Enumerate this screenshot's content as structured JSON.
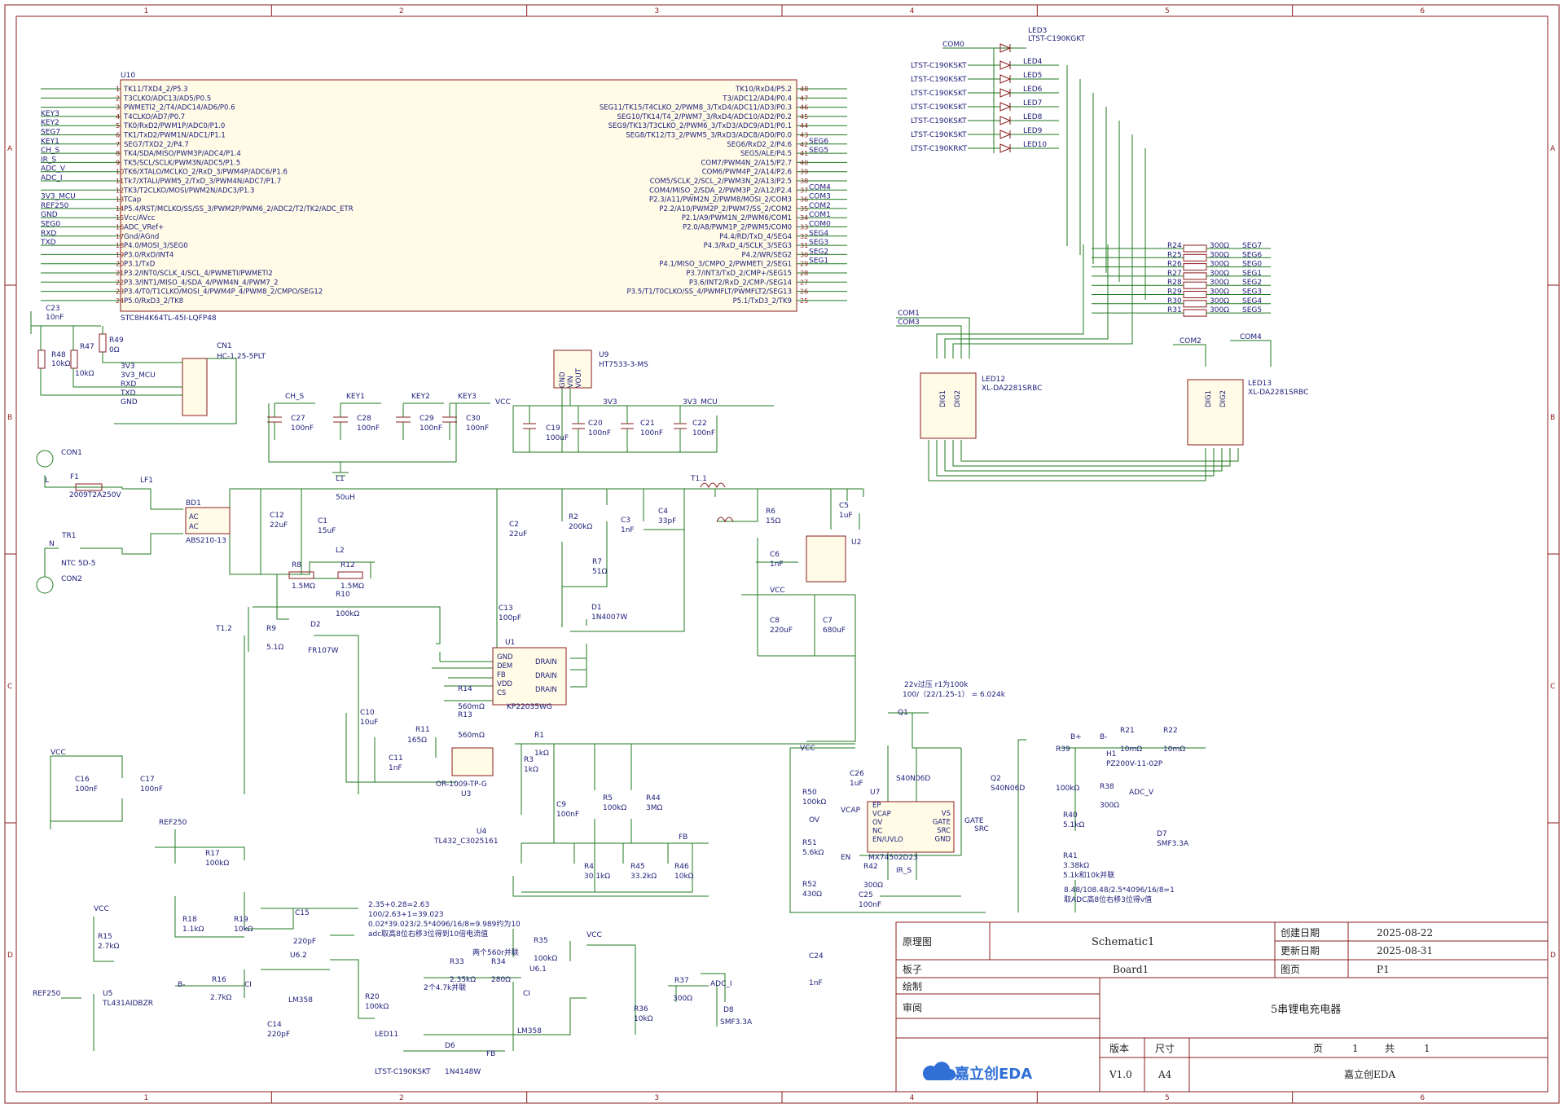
{
  "app": {
    "logo_text": "嘉立创EDA"
  },
  "grid": {
    "cols": [
      "1",
      "2",
      "3",
      "4",
      "5",
      "6"
    ],
    "rows": [
      "A",
      "B",
      "C",
      "D"
    ]
  },
  "title_block": {
    "label_schematic_cn": "原理图",
    "schematic_name": "Schematic1",
    "created_label": "创建日期",
    "created_date": "2025-08-22",
    "updated_label": "更新日期",
    "updated_date": "2025-08-31",
    "board_label": "板子",
    "board_name": "Board1",
    "page_label": "图页",
    "page_name": "P1",
    "drawn_label": "绘制",
    "review_label": "审阅",
    "project_title": "5串锂电充电器",
    "version_label": "版本",
    "version": "V1.0",
    "size_label": "尺寸",
    "size": "A4",
    "page_word": "页",
    "page_num": "1",
    "total_word": "共",
    "total_num": "1",
    "company": "嘉立创EDA"
  },
  "u10": {
    "ref": "U10",
    "part": "STC8H4K64TL-45I-LQFP48",
    "left_pins": [
      {
        "n": "1",
        "name": "TK11/TXD4_2/P5.3",
        "net": ""
      },
      {
        "n": "2",
        "name": "T3CLKO/ADC13/AD5/P0.5",
        "net": ""
      },
      {
        "n": "3",
        "name": "PWMETI2_2/T4/ADC14/AD6/P0.6",
        "net": ""
      },
      {
        "n": "4",
        "name": "T4CLKO/AD7/P0.7",
        "net": "KEY3"
      },
      {
        "n": "5",
        "name": "TK0/RxD2/PWM1P/ADC0/P1.0",
        "net": "KEY2"
      },
      {
        "n": "6",
        "name": "TK1/TxD2/PWM1N/ADC1/P1.1",
        "net": "SEG7"
      },
      {
        "n": "7",
        "name": "SEG7/TXD2_2/P4.7",
        "net": "KEY1"
      },
      {
        "n": "8",
        "name": "TK4/SDA/MISO/PWM3P/ADC4/P1.4",
        "net": "CH_S"
      },
      {
        "n": "9",
        "name": "TK5/SCL/SCLK/PWM3N/ADC5/P1.5",
        "net": "IR_S"
      },
      {
        "n": "10",
        "name": "TK6/XTALO/MCLKO_2/RxD_3/PWM4P/ADC6/P1.6",
        "net": "ADC_V"
      },
      {
        "n": "11",
        "name": "Tk7/XTALI/PWM5_2/TxD_3/PWM4N/ADC7/P1.7",
        "net": "ADC_I"
      },
      {
        "n": "12",
        "name": "TK3/T2CLKO/MOSI/PWM2N/ADC3/P1.3",
        "net": ""
      },
      {
        "n": "13",
        "name": "TCap",
        "net": "3V3_MCU"
      },
      {
        "n": "14",
        "name": "P5.4/RST/MCLKO/SS/SS_3/PWM2P/PWM6_2/ADC2/T2/TK2/ADC_ETR",
        "net": "REF250"
      },
      {
        "n": "15",
        "name": "Vcc/AVcc",
        "net": "GND"
      },
      {
        "n": "16",
        "name": "ADC_VRef+",
        "net": "SEG0"
      },
      {
        "n": "17",
        "name": "Gnd/AGnd",
        "net": "RXD"
      },
      {
        "n": "18",
        "name": "P4.0/MOSI_3/SEG0",
        "net": "TXD"
      },
      {
        "n": "19",
        "name": "P3.0/RxD/INT4",
        "net": ""
      },
      {
        "n": "20",
        "name": "P3.1/TxD",
        "net": ""
      },
      {
        "n": "21",
        "name": "P3.2/INT0/SCLK_4/SCL_4/PWMETI/PWMETI2",
        "net": ""
      },
      {
        "n": "22",
        "name": "P3.3/INT1/MISO_4/SDA_4/PWM4N_4/PWM7_2",
        "net": ""
      },
      {
        "n": "23",
        "name": "P3.4/T0/T1CLKO/MOSI_4/PWM4P_4/PWM8_2/CMPO/SEG12",
        "net": ""
      },
      {
        "n": "24",
        "name": "P5.0/RxD3_2/TK8",
        "net": ""
      }
    ],
    "right_pins": [
      {
        "n": "48",
        "name": "TK10/RxD4/P5.2",
        "net": ""
      },
      {
        "n": "47",
        "name": "T3/ADC12/AD4/P0.4",
        "net": ""
      },
      {
        "n": "46",
        "name": "SEG11/TK15/T4CLKO_2/PWM8_3/TxD4/ADC11/AD3/P0.3",
        "net": ""
      },
      {
        "n": "45",
        "name": "SEG10/TK14/T4_2/PWM7_3/RxD4/ADC10/AD2/P0.2",
        "net": ""
      },
      {
        "n": "44",
        "name": "SEG9/TK13/T3CLKO_2/PWM6_3/TxD3/ADC9/AD1/P0.1",
        "net": ""
      },
      {
        "n": "43",
        "name": "SEG8/TK12/T3_2/PWM5_3/RxD3/ADC8/AD0/P0.0",
        "net": ""
      },
      {
        "n": "42",
        "name": "SEG6/RxD2_2/P4.6",
        "net": "SEG6"
      },
      {
        "n": "41",
        "name": "SEG5/ALE/P4.5",
        "net": "SEG5"
      },
      {
        "n": "40",
        "name": "COM7/PWM4N_2/A15/P2.7",
        "net": ""
      },
      {
        "n": "39",
        "name": "COM6/PWM4P_2/A14/P2.6",
        "net": ""
      },
      {
        "n": "38",
        "name": "COM5/SCLK_2/SCL_2/PWM3N_2/A13/P2.5",
        "net": ""
      },
      {
        "n": "37",
        "name": "COM4/MISO_2/SDA_2/PWM3P_2/A12/P2.4",
        "net": "COM4"
      },
      {
        "n": "36",
        "name": "P2.3/A11/PWM2N_2/PWM8/MOSI_2/COM3",
        "net": "COM3"
      },
      {
        "n": "35",
        "name": "P2.2/A10/PWM2P_2/PWM7/SS_2/COM2",
        "net": "COM2"
      },
      {
        "n": "34",
        "name": "P2.1/A9/PWM1N_2/PWM6/COM1",
        "net": "COM1"
      },
      {
        "n": "33",
        "name": "P2.0/A8/PWM1P_2/PWM5/COM0",
        "net": "COM0"
      },
      {
        "n": "32",
        "name": "P4.4/RD/TxD_4/SEG4",
        "net": "SEG4"
      },
      {
        "n": "31",
        "name": "P4.3/RxD_4/SCLK_3/SEG3",
        "net": "SEG3"
      },
      {
        "n": "30",
        "name": "P4.2/WR/SEG2",
        "net": "SEG2"
      },
      {
        "n": "29",
        "name": "P4.1/MISO_3/CMPO_2/PWMETI_2/SEG1",
        "net": "SEG1"
      },
      {
        "n": "28",
        "name": "P3.7/INT3/TxD_2/CMP+/SEG15",
        "net": ""
      },
      {
        "n": "27",
        "name": "P3.6/INT2/RxD_2/CMP-/SEG14",
        "net": ""
      },
      {
        "n": "26",
        "name": "P3.5/T1/T0CLKO/SS_4/PWMFLT/PWMFLT2/SEG13",
        "net": ""
      },
      {
        "n": "25",
        "name": "P5.1/TxD3_2/TK9",
        "net": ""
      }
    ]
  },
  "leds": {
    "top_ref": "LED3",
    "top_part": "LTST-C190KGKT",
    "com_net": "COM0",
    "rows": [
      {
        "part": "LTST-C190KSKT",
        "ref": "LED4"
      },
      {
        "part": "LTST-C190KSKT",
        "ref": "LED5"
      },
      {
        "part": "LTST-C190KSKT",
        "ref": "LED6"
      },
      {
        "part": "LTST-C190KSKT",
        "ref": "LED7"
      },
      {
        "part": "LTST-C190KSKT",
        "ref": "LED8"
      },
      {
        "part": "LTST-C190KSKT",
        "ref": "LED9"
      },
      {
        "part": "LTST-C190KRKT",
        "ref": "LED10"
      }
    ]
  },
  "seg_resistors": [
    {
      "ref": "R24",
      "val": "300Ω",
      "net": "SEG7"
    },
    {
      "ref": "R25",
      "val": "300Ω",
      "net": "SEG6"
    },
    {
      "ref": "R26",
      "val": "300Ω",
      "net": "SEG0"
    },
    {
      "ref": "R27",
      "val": "300Ω",
      "net": "SEG1"
    },
    {
      "ref": "R28",
      "val": "300Ω",
      "net": "SEG2"
    },
    {
      "ref": "R29",
      "val": "300Ω",
      "net": "SEG3"
    },
    {
      "ref": "R30",
      "val": "300Ω",
      "net": "SEG4"
    },
    {
      "ref": "R31",
      "val": "300Ω",
      "net": "SEG5"
    }
  ],
  "displays": {
    "led12_ref": "LED12",
    "led12_part": "XL-DA2281SRBC",
    "led13_ref": "LED13",
    "led13_part": "XL-DA2281SRBC",
    "com1": "COM1",
    "com3": "COM3",
    "com2": "COM2",
    "com4": "COM4",
    "dig1": "DIG1",
    "dig2": "DIG2"
  },
  "mcu_support": {
    "c23": "C23",
    "c23v": "10nF",
    "r48": "R48",
    "r48v": "10kΩ",
    "r47": "R47",
    "r47v": "10kΩ",
    "r49": "R49",
    "r49v": "0Ω",
    "cn1": "CN1",
    "cn1p": "HC-1.25-5PLT",
    "cn1nets": [
      "3V3",
      "3V3_MCU",
      "RXD",
      "TXD",
      "GND"
    ]
  },
  "caps_row": {
    "nets": [
      "CH_S",
      "KEY1",
      "KEY2",
      "KEY3"
    ],
    "caps": [
      {
        "ref": "C27",
        "val": "100nF"
      },
      {
        "ref": "C28",
        "val": "100nF"
      },
      {
        "ref": "C29",
        "val": "100nF"
      },
      {
        "ref": "C30",
        "val": "100nF"
      }
    ]
  },
  "ldo": {
    "ref": "U9",
    "part": "HT7533-3-MS",
    "pins": [
      "GND",
      "VIN",
      "VOUT"
    ],
    "vcc": "VCC",
    "v3": "3V3",
    "v3mcu": "3V3_MCU",
    "c19": "C19",
    "c19v": "100uF",
    "c20": "C20",
    "c20v": "100nF",
    "c21": "C21",
    "c21v": "100nF",
    "c22": "C22",
    "c22v": "100nF"
  },
  "power": {
    "con1": "CON1",
    "con2": "CON2",
    "l_net": "L",
    "n_net": "N",
    "f1": "F1",
    "f1v": "2009T2A250V",
    "tr1": "TR1",
    "tr1v": "NTC 5D-5",
    "lf1": "LF1",
    "bd1": "BD1",
    "bd1v": "ABS210-13",
    "ac": "AC",
    "c12": "C12",
    "c12v": "22uF",
    "c1": "C1",
    "c1v": "15uF",
    "l1": "L1",
    "l1v": "50uH",
    "l2": "L2",
    "c2": "C2",
    "c2v": "22uF",
    "r2": "R2",
    "r2v": "200kΩ",
    "c3": "C3",
    "c3v": "1nF",
    "c4": "C4",
    "c4v": "33pF",
    "t11": "T1.1",
    "r6": "R6",
    "r6v": "15Ω",
    "c5": "C5",
    "c5v": "1uF",
    "u2": "U2",
    "c6": "C6",
    "c6v": "1nF",
    "r7": "R7",
    "r7v": "51Ω",
    "d1": "D1",
    "d1v": "1N4007W",
    "r8": "R8",
    "r8v": "1.5MΩ",
    "r12": "R12",
    "r12v": "1.5MΩ",
    "r10": "R10",
    "r10v": "100kΩ",
    "c13": "C13",
    "c13v": "100pF",
    "vcc": "VCC",
    "c8": "C8",
    "c8v": "220uF",
    "c7": "C7",
    "c7v": "680uF",
    "t12": "T1.2",
    "r9": "R9",
    "r9v": "5.1Ω",
    "d2": "D2",
    "d2v": "FR107W",
    "u1": "U1",
    "u1v": "KP22035WG",
    "u1pins": [
      "GND",
      "DEM",
      "FB",
      "VDD",
      "CS"
    ],
    "drain": "DRAIN",
    "r14": "R14",
    "r14v": "560mΩ",
    "r13": "R13",
    "r13v": "560mΩ",
    "c10": "C10",
    "c10v": "10uF",
    "r11": "R11",
    "r11v": "165Ω",
    "c11": "C11",
    "c11v": "1nF",
    "u3": "U3",
    "u3v": "OR-1009-TP-G",
    "r1": "R1",
    "r1v": "1kΩ",
    "r3": "R3",
    "r3v": "1kΩ",
    "c9": "C9",
    "c9v": "100nF",
    "r5": "R5",
    "r5v": "100kΩ",
    "r44": "R44",
    "r44v": "3MΩ",
    "u4": "U4",
    "u4v": "TL432_C3025161",
    "fb": "FB",
    "r4": "R4",
    "r4v": "30.1kΩ",
    "r45": "R45",
    "r45v": "33.2kΩ",
    "r46": "R46",
    "r46v": "10kΩ"
  },
  "c16block": {
    "vcc": "VCC",
    "c16": "C16",
    "c16v": "100nF",
    "c17": "C17",
    "c17v": "100nF"
  },
  "ovp": {
    "note1": "22v过压 r1为100k",
    "note2": "100/（22/1.25-1） = 6.024k",
    "q1": "Q1",
    "q1v": "S40N06D",
    "q2": "Q2",
    "q2v": "S40N06D",
    "vcc": "VCC",
    "r50": "R50",
    "r50v": "100kΩ",
    "c26": "C26",
    "c26v": "1uF",
    "u7": "U7",
    "u7v": "MX74502D23",
    "u7pins_l": [
      "EP",
      "VCAP",
      "OV",
      "NC",
      "EN/UVLO"
    ],
    "u7pins_r": [
      "VS",
      "GATE",
      "SRC",
      "GND"
    ],
    "vcap": "VCAP",
    "ov": "OV",
    "gate": "GATE",
    "src": "SRC",
    "en": "EN",
    "r51": "R51",
    "r51v": "5.6kΩ",
    "r52": "R52",
    "r52v": "430Ω",
    "r42": "R42",
    "r42v": "300Ω",
    "ir_s": "IR_S",
    "c25": "C25",
    "c25v": "100nF",
    "bplus": "B+",
    "bminus": "B-",
    "h1": "H1",
    "h1v": "PZ200V-11-02P",
    "r21": "R21",
    "r21v": "10mΩ",
    "r22": "R22",
    "r22v": "10mΩ",
    "r39": "R39",
    "r39v": "100kΩ",
    "r38": "R38",
    "r38v": "300Ω",
    "adc_v": "ADC_V",
    "r40": "R40",
    "r40v": "5.1kΩ",
    "r41": "R41",
    "r41v": "3.38kΩ",
    "r41note": "5.1k和10k并联",
    "d7": "D7",
    "d7v": "SMF3.3A",
    "note3": "8.48/108.48/2.5*4096/16/8=1",
    "note4": "取ADC高8位右移3位得v值"
  },
  "ref_block": {
    "ref250": "REF250",
    "r17": "R17",
    "r17v": "100kΩ",
    "r18": "R18",
    "r18v": "1.1kΩ",
    "r19": "R19",
    "r19v": "10kΩ",
    "c15": "C15",
    "c15v": "220pF",
    "u62": "U6.2",
    "lm358": "LM358",
    "vcc": "VCC",
    "r15": "R15",
    "r15v": "2.7kΩ",
    "u5": "U5",
    "u5v": "TL431AIDBZR",
    "bminus": "B-",
    "r16": "R16",
    "r16v": "2.7kΩ",
    "ci": "CI",
    "c14": "C14",
    "c14v": "220pF",
    "r20": "R20",
    "r20v": "100kΩ",
    "led11": "LED11",
    "led11v": "LTST-C190KSKT",
    "d6": "D6",
    "d6v": "1N4148W",
    "fb": "FB"
  },
  "amp_block": {
    "note1": "2.35+0.28=2.63",
    "note2": "100/2.63+1=39.023",
    "note3": "0.02*39.023/2.5*4096/16/8=9.989约为10",
    "note4": "adc取高8位右移3位得到10倍电流值",
    "note5": "两个560r并联",
    "note6": "2个4.7k并联",
    "r35": "R35",
    "r35v": "100kΩ",
    "vcc": "VCC",
    "r33": "R33",
    "r33v": "2.35kΩ",
    "r34": "R34",
    "r34v": "280Ω",
    "u61": "U6.1",
    "ci": "CI",
    "lm358": "LM358",
    "r37": "R37",
    "r37v": "300Ω",
    "adc_i": "ADC_I",
    "r36": "R36",
    "r36v": "10kΩ",
    "d8": "D8",
    "d8v": "SMF3.3A",
    "c24": "C24",
    "c24v": "1nF"
  }
}
